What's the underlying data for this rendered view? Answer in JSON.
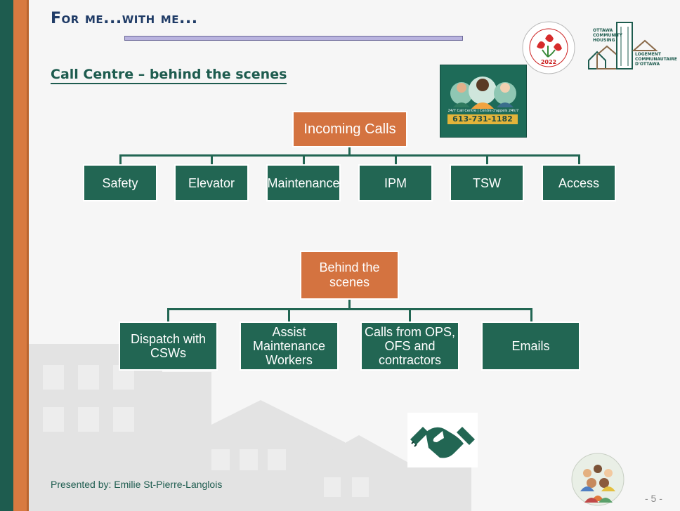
{
  "slide": {
    "title": "For me...with me...",
    "subtitle": "Call Centre – behind the scenes",
    "footer": "Presented by: Emilie St-Pierre-Langlois",
    "page_number": "- 5 -"
  },
  "poster": {
    "phone": "613-731-1182",
    "tagline": "24/7 Call Centre | Centre d'appels 24h/7"
  },
  "logos": {
    "award_year": "2022",
    "och_en": [
      "OTTAWA",
      "COMMUNITY",
      "HOUSING"
    ],
    "och_fr": [
      "LOGEMENT",
      "COMMUNAUTAIRE",
      "D'OTTAWA"
    ]
  },
  "chart_top": {
    "root": "Incoming Calls",
    "children": [
      "Safety",
      "Elevator",
      "Maintenance",
      "IPM",
      "TSW",
      "Access"
    ]
  },
  "chart_bottom": {
    "root_line1": "Behind the",
    "root_line2": "scenes",
    "children": [
      {
        "line1": "Dispatch with",
        "line2": "CSWs",
        "line3": ""
      },
      {
        "line1": "Assist",
        "line2": "Maintenance",
        "line3": "Workers"
      },
      {
        "line1": "Calls from OPS,",
        "line2": "OFS and",
        "line3": "contractors"
      },
      {
        "line1": "Emails",
        "line2": "",
        "line3": ""
      }
    ]
  },
  "colors": {
    "brand_green": "#226653",
    "accent_orange": "#d47340",
    "title_blue": "#1f3b66"
  }
}
